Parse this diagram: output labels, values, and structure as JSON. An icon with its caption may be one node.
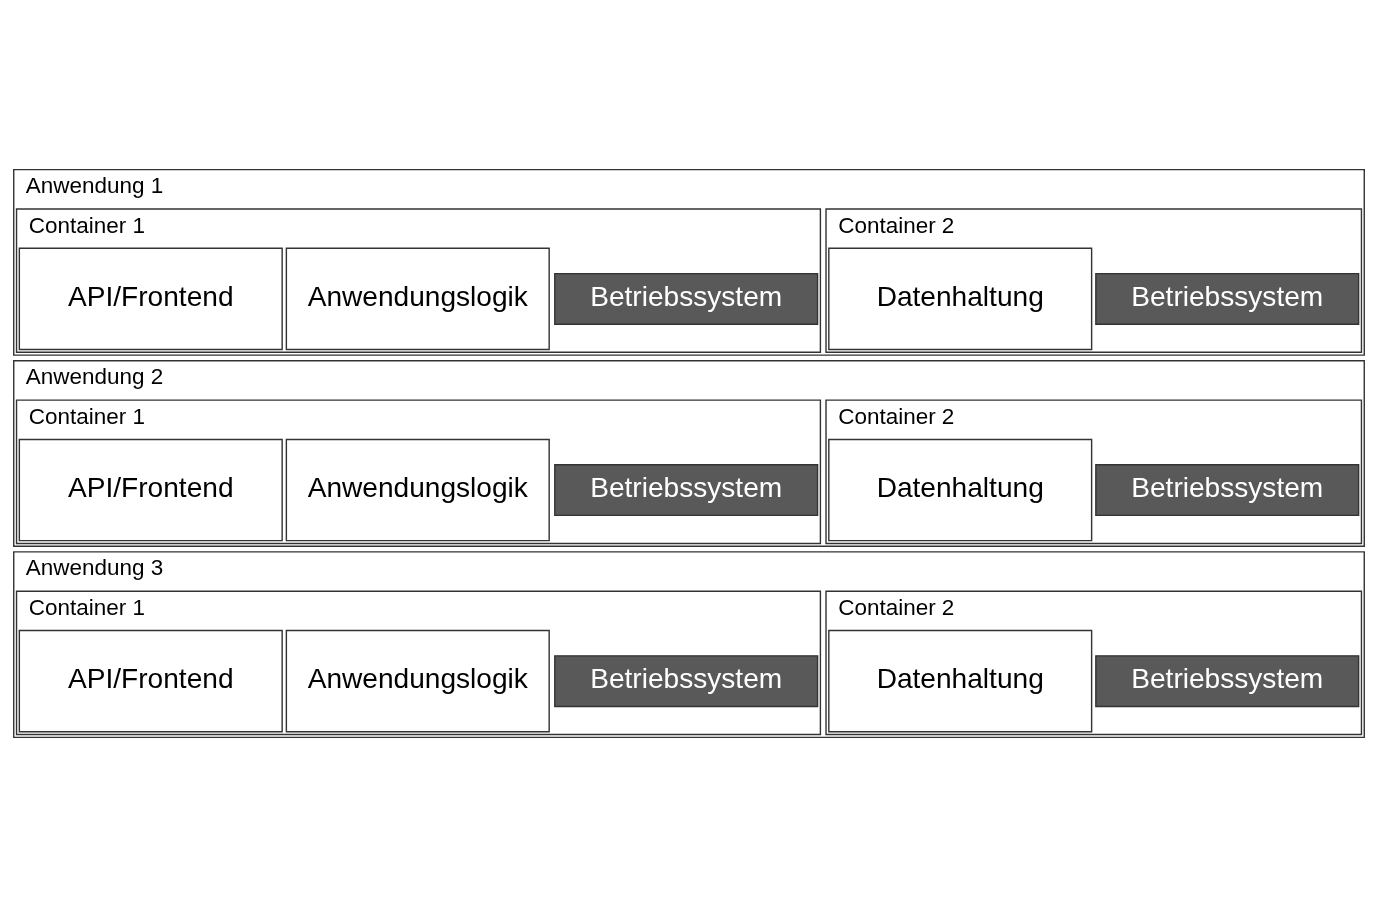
{
  "diagram": {
    "nodes": [
      {
        "text": [
          "Anwendung 1"
        ]
      },
      {
        "text": [
          "Container 1"
        ],
        "in": 0
      },
      {
        "text": [
          "API/Frontend"
        ],
        "in": 1
      },
      {
        "text": [
          "Anwendungslogik"
        ],
        "in": 1
      },
      {
        "text": [
          "Betriebssystem"
        ],
        "in": 1
      },
      {
        "text": [
          "Container 2"
        ],
        "in": 0
      },
      {
        "text": [
          "Datenhaltung"
        ],
        "in": 5
      },
      {
        "text": [
          "Betriebssystem"
        ],
        "in": 5
      },
      {
        "text": [
          "Anwendung 2"
        ]
      },
      {
        "text": [
          "Container 1"
        ],
        "in": 8
      },
      {
        "text": [
          "API/Frontend"
        ],
        "in": 9
      },
      {
        "text": [
          "Anwendungslogik"
        ],
        "in": 9
      },
      {
        "text": [
          "Betriebssystem"
        ],
        "in": 9
      },
      {
        "text": [
          "Container 2"
        ],
        "in": 8
      },
      {
        "text": [
          "Datenhaltung"
        ],
        "in": 13
      },
      {
        "text": [
          "Betriebssystem"
        ],
        "in": 13
      },
      {
        "text": [
          "Anwendung 3"
        ]
      },
      {
        "text": [
          "Container 1"
        ],
        "in": 16
      },
      {
        "text": [
          "API/Frontend"
        ],
        "in": 17
      },
      {
        "text": [
          "Anwendungslogik"
        ],
        "in": 17
      },
      {
        "text": [
          "Betriebssystem"
        ],
        "in": 17
      },
      {
        "text": [
          "Container 2"
        ],
        "in": 16
      },
      {
        "text": [
          "Datenhaltung"
        ],
        "in": 21
      },
      {
        "text": [
          "Betriebssystem"
        ],
        "in": 21
      }
    ],
    "edges": []
  }
}
